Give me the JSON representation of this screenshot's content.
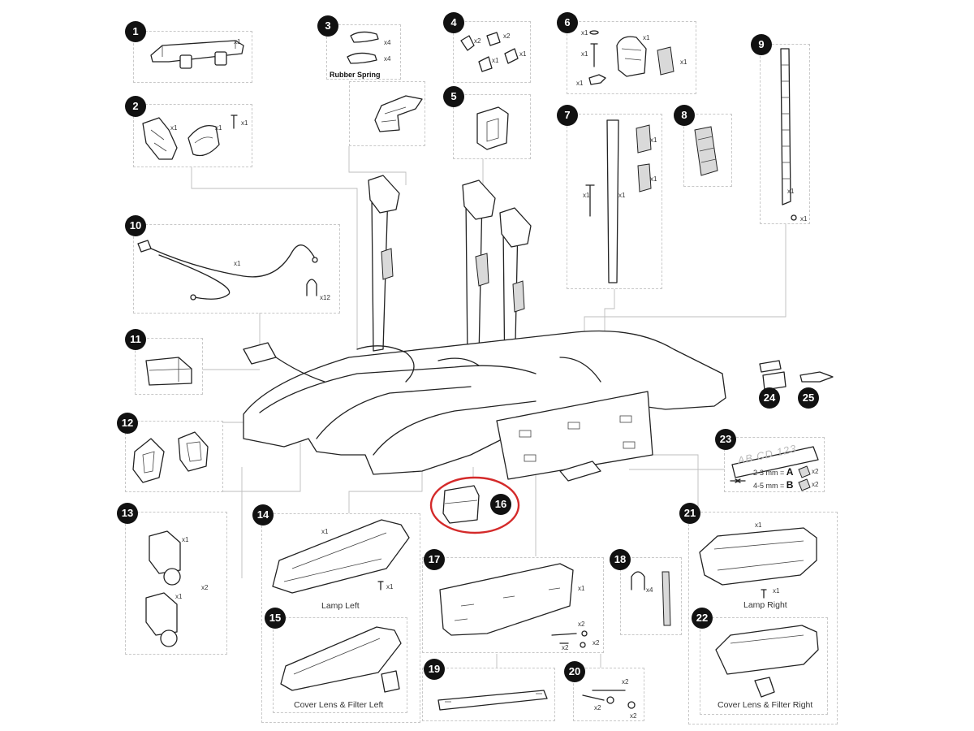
{
  "callouts": [
    {
      "id": "1"
    },
    {
      "id": "2"
    },
    {
      "id": "3"
    },
    {
      "id": "4"
    },
    {
      "id": "5"
    },
    {
      "id": "6"
    },
    {
      "id": "7"
    },
    {
      "id": "8"
    },
    {
      "id": "9"
    },
    {
      "id": "10"
    },
    {
      "id": "11"
    },
    {
      "id": "12"
    },
    {
      "id": "13"
    },
    {
      "id": "14"
    },
    {
      "id": "15"
    },
    {
      "id": "16"
    },
    {
      "id": "17"
    },
    {
      "id": "18"
    },
    {
      "id": "19"
    },
    {
      "id": "20"
    },
    {
      "id": "21"
    },
    {
      "id": "22"
    },
    {
      "id": "23"
    },
    {
      "id": "24"
    },
    {
      "id": "25"
    }
  ],
  "labels": {
    "rubber_spring": "Rubber Spring",
    "lamp_left": "Lamp Left",
    "lamp_right": "Lamp Right",
    "cover_left": "Cover Lens & Filter Left",
    "cover_right": "Cover Lens & Filter Right",
    "plate_text": "AB CD 123",
    "spec_a_text": "2-3 mm =",
    "spec_a_letter": "A",
    "spec_b_text": "4-5 mm =",
    "spec_b_letter": "B"
  },
  "quantities": {
    "x1": "x1",
    "x2": "x2",
    "x4": "x4",
    "x12": "x12"
  },
  "highlight": {
    "callout": "16",
    "color": "#d42a2a"
  }
}
